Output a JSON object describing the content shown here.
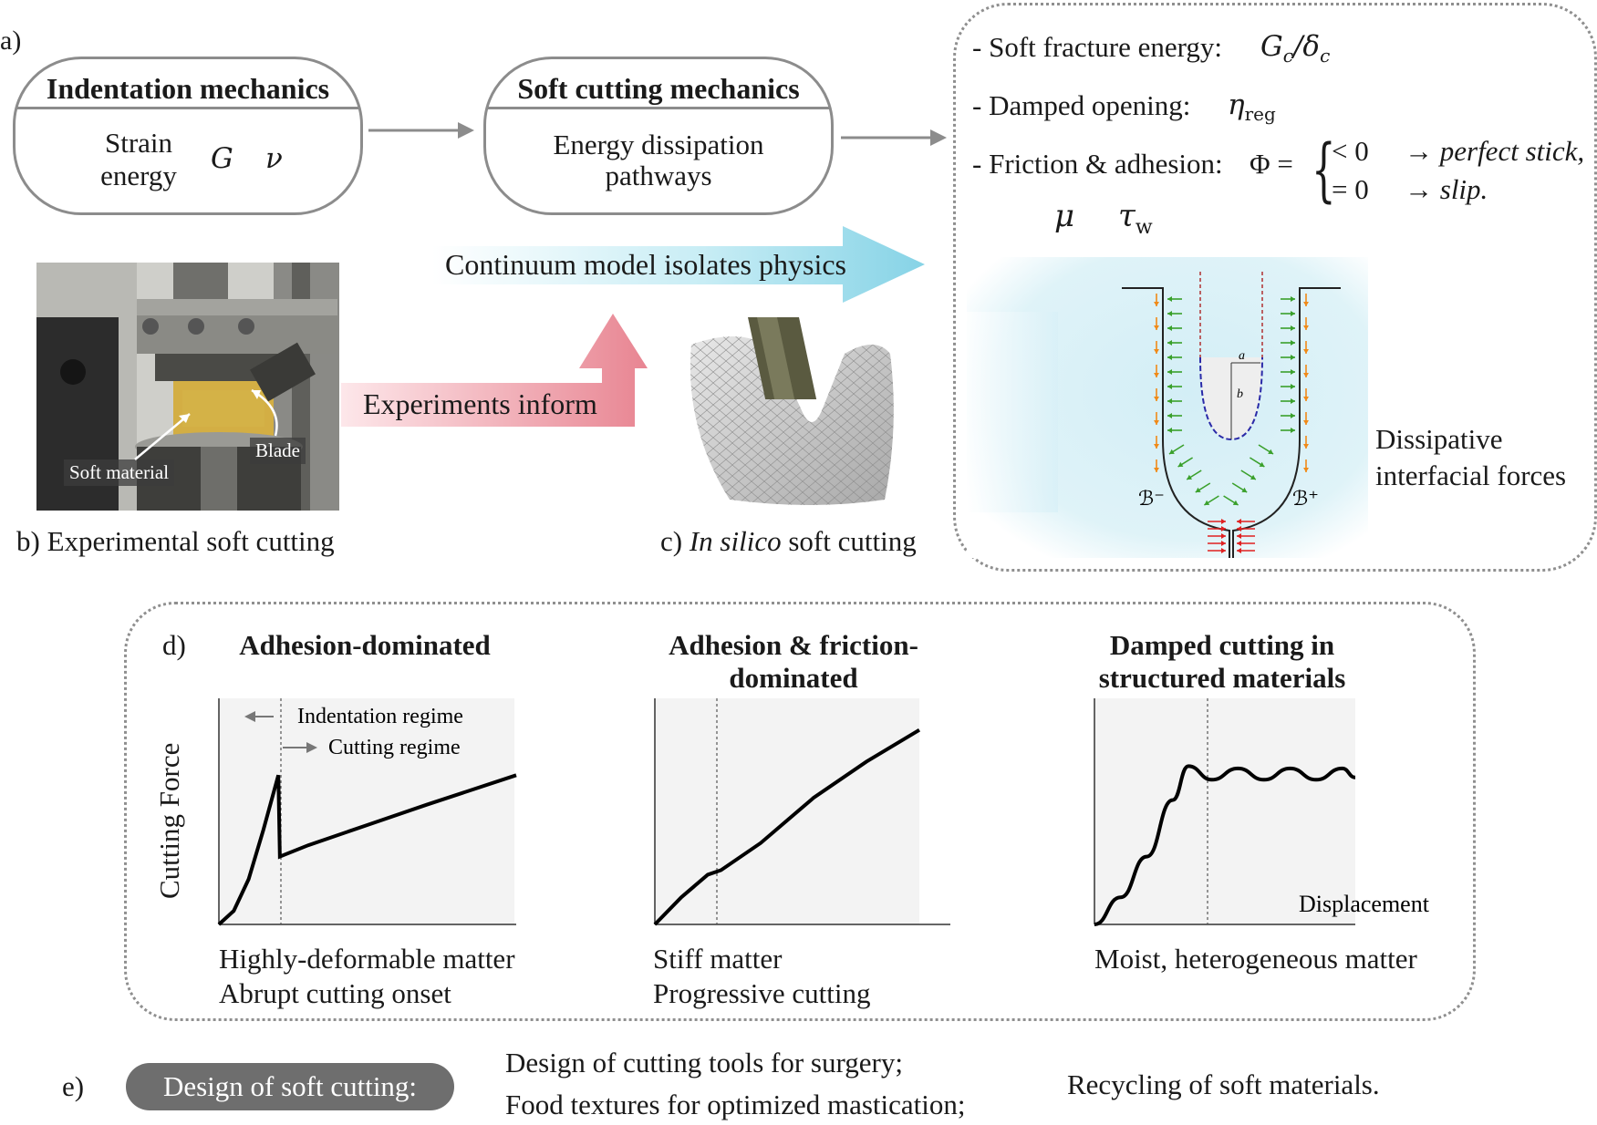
{
  "panel_a": {
    "label": "a)",
    "box1": {
      "title": "Indentation mechanics",
      "line1": "Strain",
      "line2": "energy",
      "sym1": "G",
      "sym2": "ν"
    },
    "box2": {
      "title": "Soft cutting mechanics",
      "line1": "Energy dissipation",
      "line2": "pathways"
    },
    "right": {
      "item1_text": "- Soft fracture energy:",
      "item1_sym": "Gc/δc",
      "item2_text": "- Damped opening:",
      "item2_sym": "ηreg",
      "item3_text": "- Friction & adhesion:",
      "item3_phi": "Φ =",
      "case1": "< 0",
      "case1_result": "→ perfect stick,",
      "case2": "= 0",
      "case2_result": "→ slip.",
      "mu": "μ",
      "tau": "τw",
      "dissipative_line1": "Dissipative",
      "dissipative_line2": "interfacial forces",
      "b_minus": "ℬ⁻",
      "b_plus": "ℬ⁺",
      "label_a": "a",
      "label_b": "b"
    },
    "arrow_continuum": "Continuum model isolates physics",
    "arrow_experiments": "Experiments inform"
  },
  "panel_b": {
    "label": "b) Experimental soft cutting",
    "soft_material": "Soft material",
    "blade": "Blade"
  },
  "panel_c": {
    "label_prefix": "c) ",
    "label_italic": "In silico",
    "label_suffix": " soft cutting"
  },
  "panel_d": {
    "label": "d)",
    "ylabel": "Cutting Force",
    "xlabel": "Displacement",
    "indentation_regime": "Indentation regime",
    "cutting_regime": "Cutting regime"
  },
  "chart_data": [
    {
      "type": "line",
      "title": "Adhesion-dominated",
      "ylabel": "Cutting Force",
      "caption1": "Highly-deformable matter",
      "caption2": "Abrupt cutting onset",
      "x": [
        0,
        0.05,
        0.1,
        0.15,
        0.2,
        0.205,
        0.3,
        0.5,
        0.7,
        1.0
      ],
      "y": [
        0,
        0.06,
        0.2,
        0.42,
        0.66,
        0.3,
        0.35,
        0.44,
        0.53,
        0.66
      ]
    },
    {
      "type": "line",
      "title": "Adhesion & friction-dominated",
      "caption1": "Stiff matter",
      "caption2": "Progressive cutting",
      "x": [
        0,
        0.1,
        0.2,
        0.25,
        0.4,
        0.6,
        0.8,
        1.0
      ],
      "y": [
        0,
        0.12,
        0.22,
        0.24,
        0.36,
        0.56,
        0.72,
        0.86
      ]
    },
    {
      "type": "line",
      "title": "Damped cutting in structured materials",
      "xlabel": "Displacement",
      "caption1": "Moist, heterogeneous matter",
      "x": [
        0,
        0.1,
        0.2,
        0.3,
        0.36,
        0.45,
        0.55,
        0.65,
        0.75,
        0.85,
        0.95,
        1.0
      ],
      "y": [
        0,
        0.12,
        0.3,
        0.55,
        0.7,
        0.64,
        0.69,
        0.64,
        0.69,
        0.64,
        0.69,
        0.65
      ]
    }
  ],
  "panel_e": {
    "label": "e)",
    "badge": "Design of soft cutting:",
    "line1": "Design of cutting tools for surgery;",
    "line2": "Food textures for optimized mastication;",
    "line3": "Recycling of soft materials."
  },
  "colors": {
    "gray_border": "#8c8c8c",
    "arrow_cyan": "#8fd5e6",
    "arrow_pink": "#ec8e98",
    "green_arrows": "#3aa02b",
    "orange_arrows": "#f08a18",
    "red_arrows": "#e02020",
    "blue_dash": "#2222aa"
  }
}
